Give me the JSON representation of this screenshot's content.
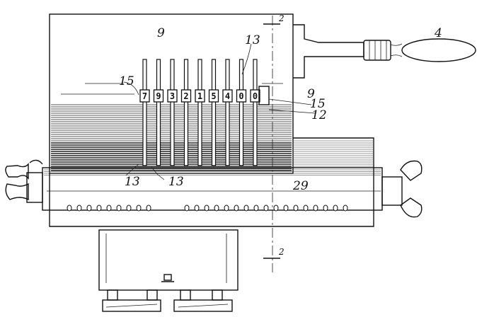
{
  "figure": {
    "ref_labels": {
      "casing_top": "9",
      "casing_right": "9",
      "handle": "4",
      "lever_top": "13",
      "lever_left": "13",
      "lever_center": "13",
      "indicator_left": "15",
      "indicator_right": "15",
      "window": "12",
      "roller": "29",
      "section_top": "2",
      "section_bottom": "2"
    },
    "dial_digits": [
      "7",
      "9",
      "3",
      "2",
      "1",
      "5",
      "4",
      "0",
      "0"
    ]
  }
}
